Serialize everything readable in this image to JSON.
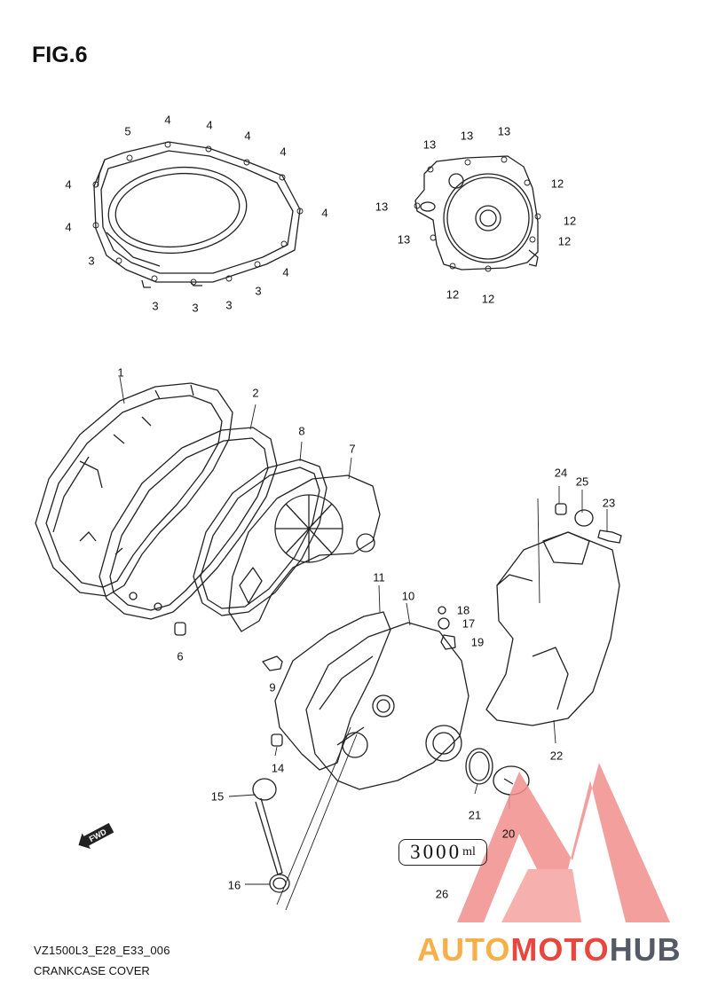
{
  "figure": {
    "title": "FIG.6",
    "model_code": "VZ1500L3_E28_E33_006",
    "section_name": "CRANKCASE COVER"
  },
  "gauge_label": {
    "value": "3000",
    "unit": "ml"
  },
  "fwd_badge": {
    "text": "FWD"
  },
  "watermark": {
    "part1": "AUTO",
    "part2": "MOTO",
    "part3": "HUB",
    "colors": {
      "auto": "#f5b04a",
      "moto": "#e8463e",
      "hub": "#555b66",
      "mark": "#f08f8c"
    }
  },
  "callouts": {
    "clutch_cover_bolts": [
      {
        "id": "c5",
        "label": "5"
      },
      {
        "id": "c4a",
        "label": "4"
      },
      {
        "id": "c4b",
        "label": "4"
      },
      {
        "id": "c4c",
        "label": "4"
      },
      {
        "id": "c4d",
        "label": "4"
      },
      {
        "id": "c4e",
        "label": "4"
      },
      {
        "id": "c4f",
        "label": "4"
      },
      {
        "id": "c4g",
        "label": "4"
      },
      {
        "id": "c4h",
        "label": "4"
      },
      {
        "id": "c3a",
        "label": "3"
      },
      {
        "id": "c3b",
        "label": "3"
      },
      {
        "id": "c3c",
        "label": "3"
      },
      {
        "id": "c3d",
        "label": "3"
      },
      {
        "id": "c3e",
        "label": "3"
      }
    ],
    "generator_cover_bolts": [
      {
        "id": "g13a",
        "label": "13"
      },
      {
        "id": "g13b",
        "label": "13"
      },
      {
        "id": "g13c",
        "label": "13"
      },
      {
        "id": "g13d",
        "label": "13"
      },
      {
        "id": "g13e",
        "label": "13"
      },
      {
        "id": "g12a",
        "label": "12"
      },
      {
        "id": "g12b",
        "label": "12"
      },
      {
        "id": "g12c",
        "label": "12"
      },
      {
        "id": "g12d",
        "label": "12"
      },
      {
        "id": "g12e",
        "label": "12"
      }
    ],
    "parts": [
      {
        "id": "p1",
        "label": "1"
      },
      {
        "id": "p2",
        "label": "2"
      },
      {
        "id": "p8",
        "label": "8"
      },
      {
        "id": "p7",
        "label": "7"
      },
      {
        "id": "p6",
        "label": "6"
      },
      {
        "id": "p9",
        "label": "9"
      },
      {
        "id": "p11",
        "label": "11"
      },
      {
        "id": "p10",
        "label": "10"
      },
      {
        "id": "p18",
        "label": "18"
      },
      {
        "id": "p17",
        "label": "17"
      },
      {
        "id": "p19",
        "label": "19"
      },
      {
        "id": "p24",
        "label": "24"
      },
      {
        "id": "p25",
        "label": "25"
      },
      {
        "id": "p23",
        "label": "23"
      },
      {
        "id": "p22",
        "label": "22"
      },
      {
        "id": "p14",
        "label": "14"
      },
      {
        "id": "p15",
        "label": "15"
      },
      {
        "id": "p16",
        "label": "16"
      },
      {
        "id": "p21",
        "label": "21"
      },
      {
        "id": "p20",
        "label": "20"
      },
      {
        "id": "p26",
        "label": "26"
      }
    ]
  }
}
